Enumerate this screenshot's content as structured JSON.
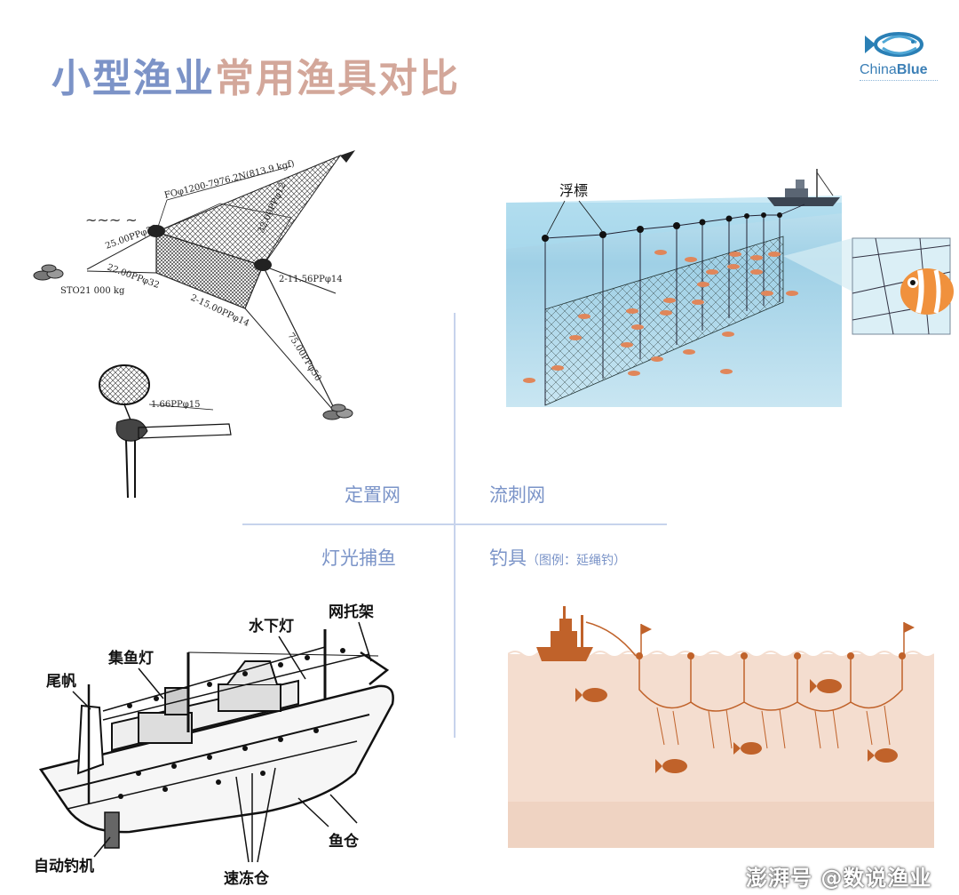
{
  "title": {
    "part1": "小型渔业",
    "part2": "常用渔具对比"
  },
  "logo": {
    "brand_light": "China",
    "brand_bold": "Blue"
  },
  "quadrants": {
    "top_left": "定置网",
    "top_right": "流刺网",
    "bottom_left": "灯光捕鱼",
    "bottom_right_main": "钓具",
    "bottom_right_note": "（图例：延绳钓）"
  },
  "set_net_labels": {
    "fo": "FOφ1200-7976.2N(813.9 kgf)",
    "pp32a": "25.00PPφ32",
    "pp32b": "22.00PPφ32",
    "sto": "STO21 000 kg",
    "pp12": "32.00PPφ12",
    "pp14a": "2-11.56PPφ14",
    "pp14b": "2-15.00PPφ14",
    "pp50": "75.00PPφ50",
    "pp15": "1.66PPφ15"
  },
  "gillnet_labels": {
    "float": "浮標"
  },
  "boat_labels": {
    "tail_sail": "尾帆",
    "fish_lamp": "集鱼灯",
    "underwater_lamp": "水下灯",
    "net_rack": "网托架",
    "fish_hold": "鱼仓",
    "freezer": "速冻仓",
    "auto_jigger": "自动钓机"
  },
  "watermark": "澎湃号 @数说渔业"
}
